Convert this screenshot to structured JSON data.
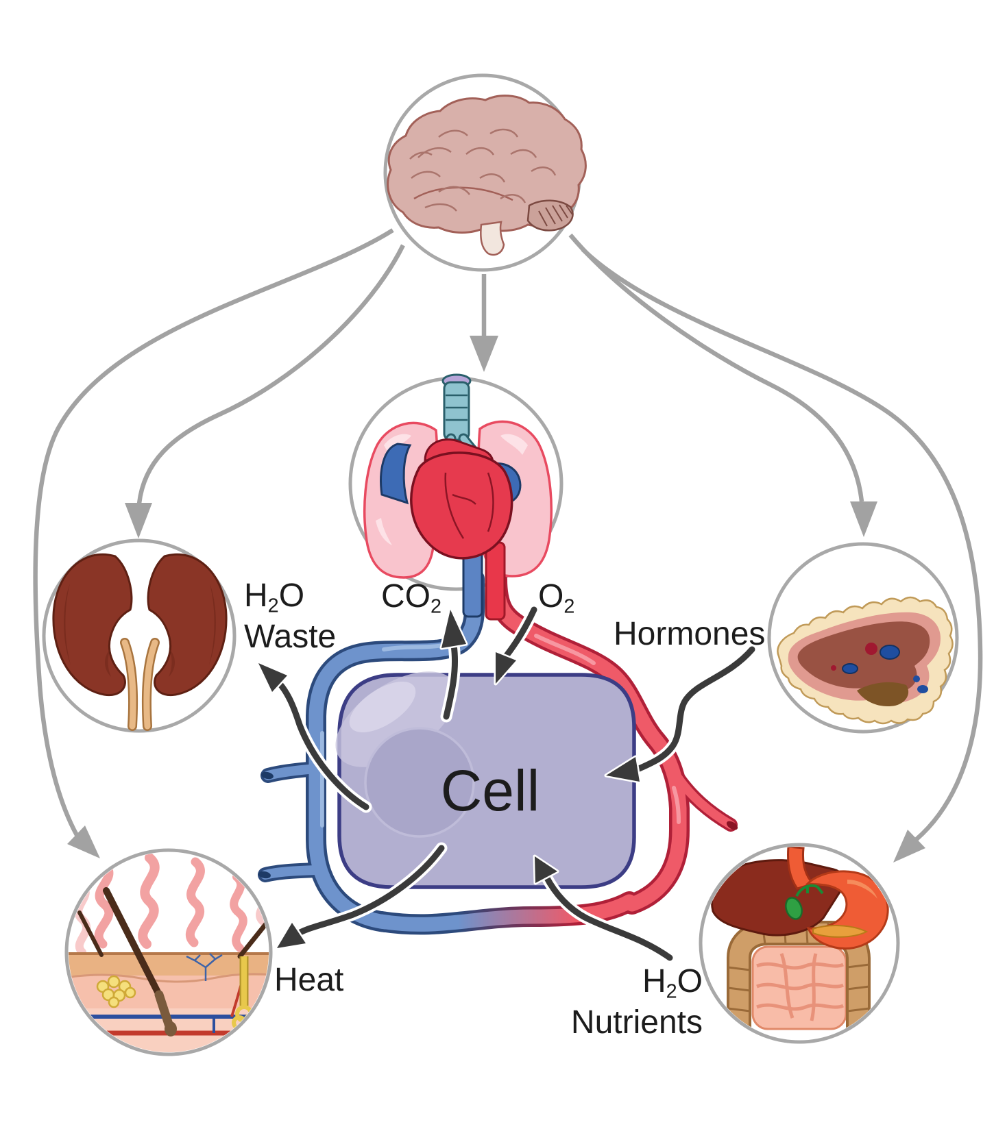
{
  "diagram_type": "homeostasis-cell-exchange",
  "labels": {
    "h2o_waste": {
      "h": "H",
      "sub": "2",
      "o": "O",
      "line2": "Waste"
    },
    "co2": {
      "base": "CO",
      "sub": "2"
    },
    "o2": {
      "base": "O",
      "sub": "2"
    },
    "hormones": {
      "text": "Hormones"
    },
    "cell": {
      "text": "Cell"
    },
    "heat": {
      "text": "Heat"
    },
    "h2o_nutrients": {
      "h": "H",
      "sub": "2",
      "o": "O",
      "line2": "Nutrients"
    }
  },
  "icons": {
    "brain": "brain-icon",
    "lungs_heart": "lungs-heart-icon",
    "kidneys": "kidneys-icon",
    "pancreas": "pancreas-icon",
    "skin": "skin-icon",
    "digestive_system": "digestive-system-icon",
    "cell_body": "cell-shape",
    "blood_vessels": "blood-vessel-loop"
  },
  "connections": [
    {
      "from": "brain",
      "to": "lungs-heart"
    },
    {
      "from": "brain",
      "to": "kidneys"
    },
    {
      "from": "brain",
      "to": "pancreas"
    },
    {
      "from": "brain",
      "to": "skin"
    },
    {
      "from": "brain",
      "to": "digestive-system"
    }
  ],
  "exchanges": [
    {
      "label": "CO2",
      "direction": "cell-to-blood"
    },
    {
      "label": "O2",
      "direction": "blood-to-cell"
    },
    {
      "label": "H2O Waste",
      "direction": "cell-to-kidneys"
    },
    {
      "label": "Hormones",
      "direction": "pancreas-to-cell"
    },
    {
      "label": "Heat",
      "direction": "cell-to-skin"
    },
    {
      "label": "H2O Nutrients",
      "direction": "digestive-to-cell"
    }
  ],
  "colors": {
    "background": "#ffffff",
    "node_circle_stroke": "#a8a8a8",
    "connector_gray": "#a2a2a2",
    "flow_arrow_black": "#3a3a3a",
    "vessel_blue": "#6e93cc",
    "vessel_blue_outline": "#2c4a7c",
    "vessel_red": "#ef5a68",
    "vessel_red_outline": "#b02038",
    "cell_fill": "#b2afd0",
    "cell_border": "#3c3d85",
    "nucleus_fill": "#a9a6c9",
    "text": "#1c1c1c"
  }
}
